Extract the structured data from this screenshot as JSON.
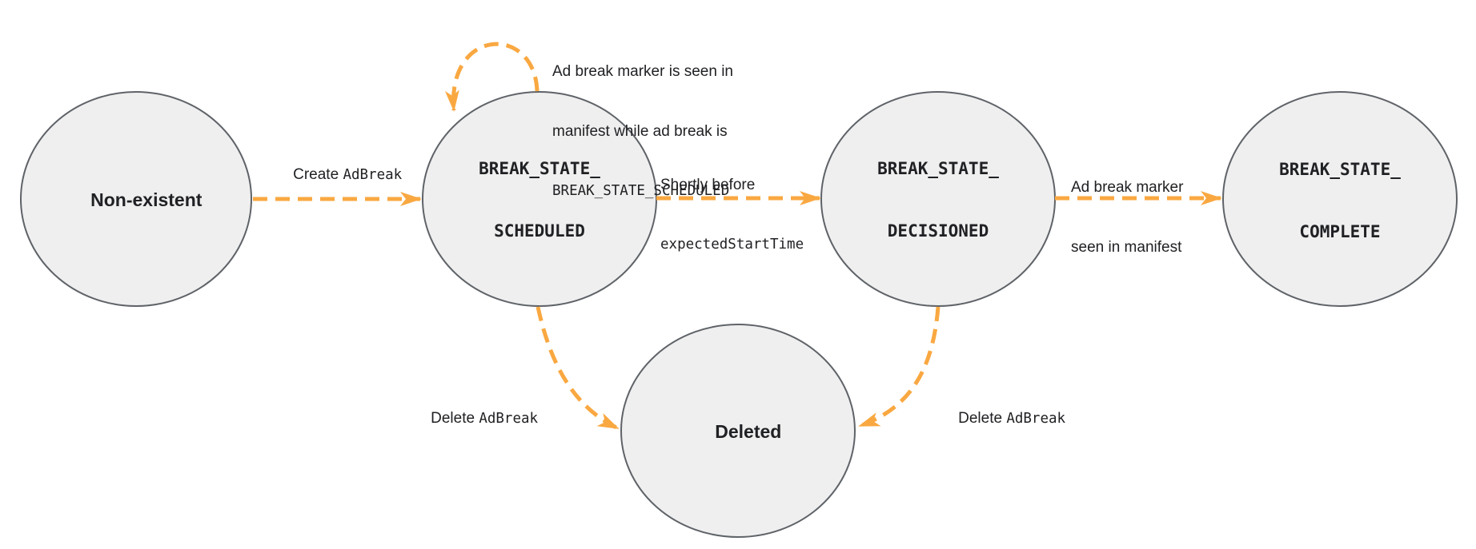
{
  "diagram": {
    "colors": {
      "accent": "#F9A841",
      "node_fill": "#EFEFEF",
      "node_stroke": "#5F6368",
      "text": "#202124"
    },
    "nodes": {
      "non_existent": {
        "label": "Non-existent"
      },
      "scheduled": {
        "line1": "BREAK_STATE_",
        "line2": "SCHEDULED"
      },
      "decisioned": {
        "line1": "BREAK_STATE_",
        "line2": "DECISIONED"
      },
      "complete": {
        "line1": "BREAK_STATE_",
        "line2": "COMPLETE"
      },
      "deleted": {
        "label": "Deleted"
      }
    },
    "edges": {
      "create": {
        "text": "Create ",
        "code": "AdBreak"
      },
      "self_loop": {
        "line1": "Ad break marker is seen in",
        "line2": "manifest while ad break is",
        "code": "BREAK_STATE_SCHEDULED"
      },
      "to_decisioned": {
        "line1": "Shortly before",
        "code": "expectedStartTime"
      },
      "to_complete": {
        "line1": "Ad break marker",
        "line2": "seen in manifest"
      },
      "delete_from_scheduled": {
        "text": "Delete ",
        "code": "AdBreak"
      },
      "delete_from_decisioned": {
        "text": "Delete ",
        "code": "AdBreak"
      }
    }
  }
}
